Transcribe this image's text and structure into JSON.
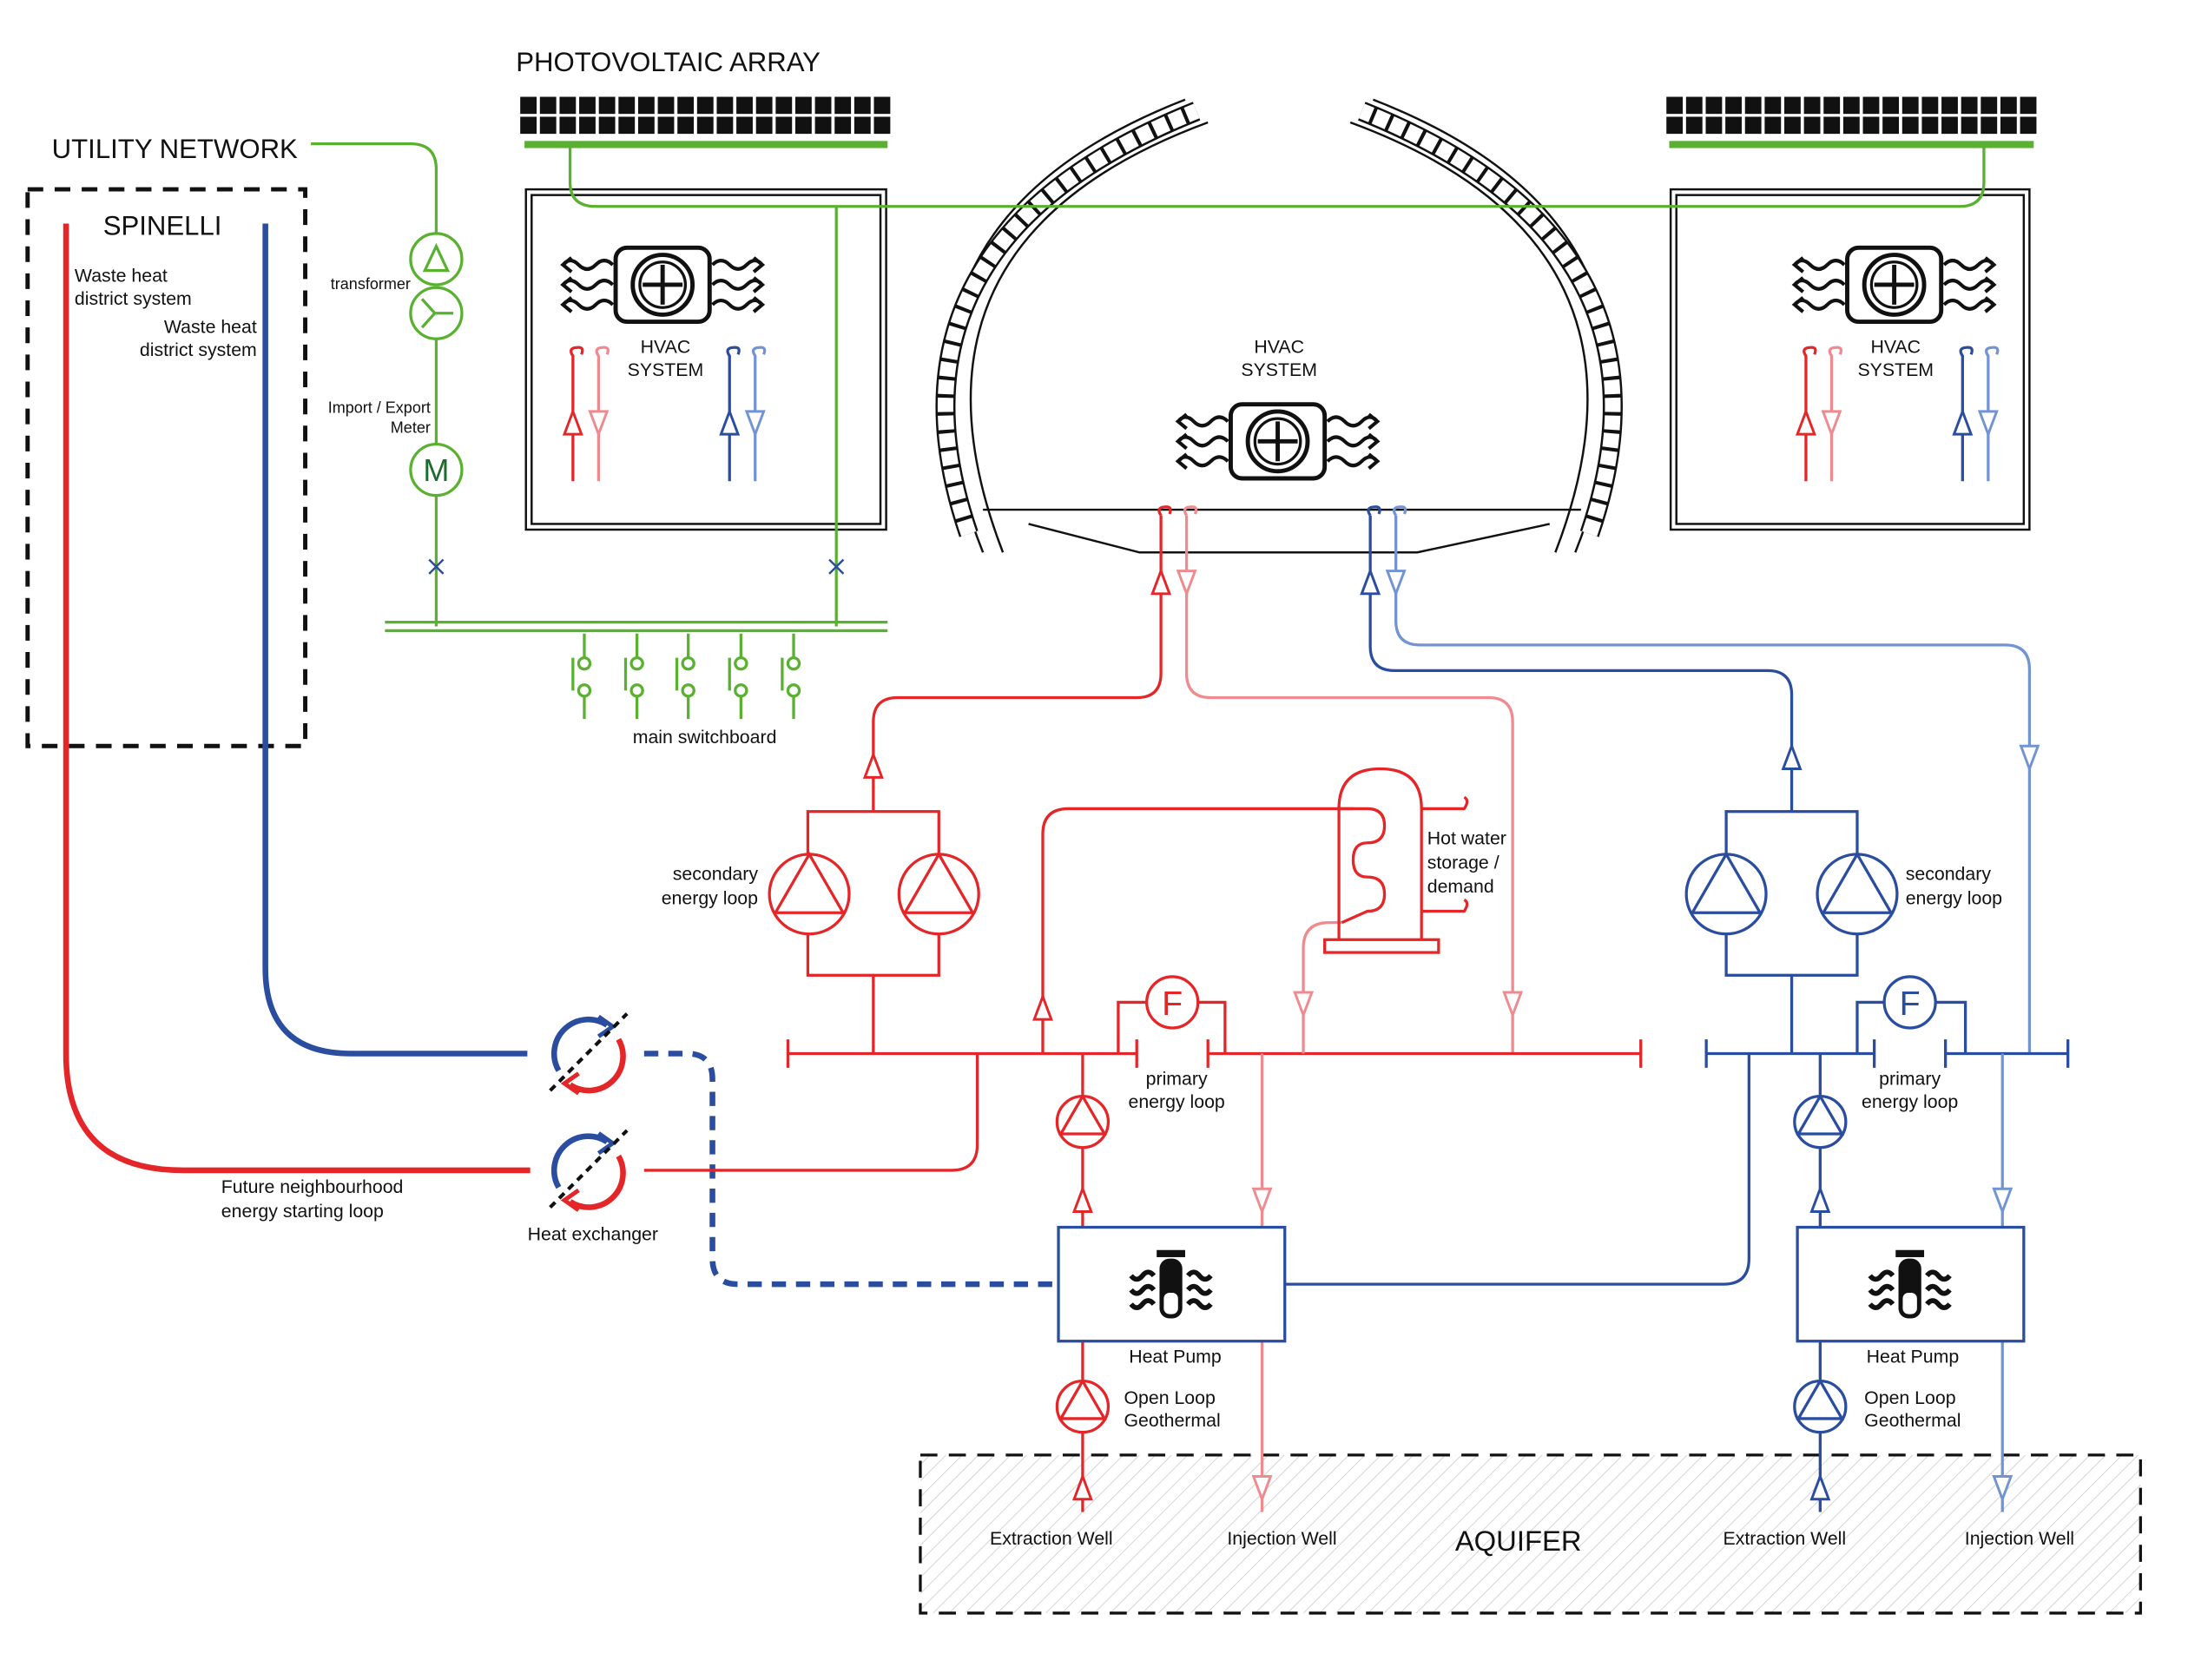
{
  "labels": {
    "pv_array": "PHOTOVOLTAIC ARRAY",
    "utility_network": "UTILITY NETWORK",
    "spinelli": "SPINELLI",
    "waste_heat_1": [
      "Waste heat",
      "district system"
    ],
    "waste_heat_2": [
      "Waste heat",
      "district system"
    ],
    "transformer": "transformer",
    "meter": [
      "Import / Export",
      "Meter"
    ],
    "meter_symbol": "M",
    "main_switchboard": "main switchboard",
    "hvac_left": [
      "HVAC",
      "SYSTEM"
    ],
    "hvac_center": [
      "HVAC",
      "SYSTEM"
    ],
    "hvac_right": [
      "HVAC",
      "SYSTEM"
    ],
    "secondary_left": [
      "secondary",
      "energy loop"
    ],
    "secondary_right": [
      "secondary",
      "energy loop"
    ],
    "hot_water": [
      "Hot water",
      "storage /",
      "demand"
    ],
    "flow_symbol": "F",
    "primary_left": [
      "primary",
      "energy loop"
    ],
    "primary_right": [
      "primary",
      "energy loop"
    ],
    "future_loop": [
      "Future neighbourhood",
      "energy starting loop"
    ],
    "heat_exchanger": "Heat exchanger",
    "heat_pump_left": "Heat Pump",
    "heat_pump_right": "Heat Pump",
    "open_loop_left": [
      "Open Loop",
      "Geothermal"
    ],
    "open_loop_right": [
      "Open Loop",
      "Geothermal"
    ],
    "aquifer": "AQUIFER",
    "extraction_well_left": "Extraction Well",
    "injection_well_left": "Injection Well",
    "extraction_well_right": "Extraction Well",
    "injection_well_right": "Injection Well"
  },
  "colors": {
    "electric": "#5ab031",
    "hot_supply": "#e52629",
    "hot_return": "#ef8a8f",
    "cold_supply": "#2a4da0",
    "cold_return": "#7394d3",
    "structure": "#111111"
  },
  "icons": [
    "solar-panel-icon",
    "transformer-icon",
    "meter-icon",
    "switch-icon",
    "hvac-fan-icon",
    "pump-icon",
    "flow-meter-icon",
    "heat-exchanger-icon",
    "heat-pump-icon",
    "hot-water-tank-icon"
  ]
}
